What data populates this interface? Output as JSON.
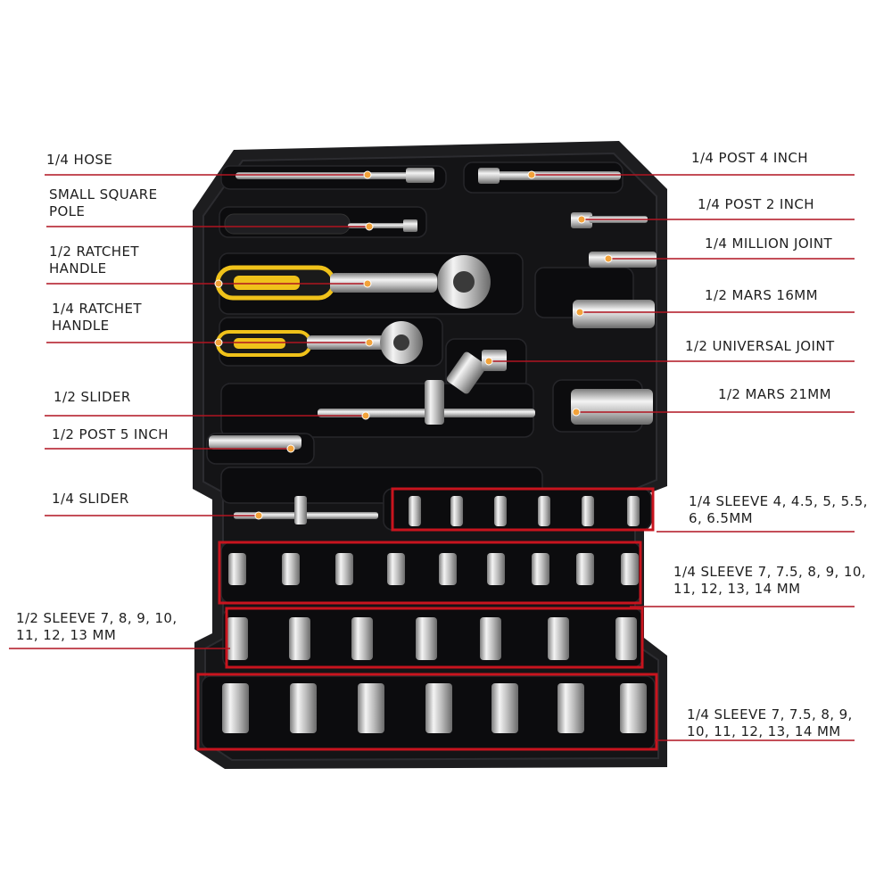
{
  "colors": {
    "leader_line": "#b01420",
    "highlight_box": "#c8141e",
    "dot": "#f2a23a",
    "case_body": "#1d1d1f",
    "metal": "#c9c9c9",
    "handle_yellow": "#f0c21a"
  },
  "labels": {
    "hose_14": [
      "1/4 HOSE"
    ],
    "square_pole": [
      "SMALL SQUARE",
      "POLE"
    ],
    "ratchet_12": [
      "1/2 RATCHET",
      "HANDLE"
    ],
    "ratchet_14": [
      "1/4 RATCHET",
      "HANDLE"
    ],
    "slider_12": [
      "1/2 SLIDER"
    ],
    "post5_12": [
      "1/2 POST 5 INCH"
    ],
    "slider_14": [
      "1/4 SLIDER"
    ],
    "sleeve_12": [
      "1/2 SLEEVE 7, 8, 9, 10,",
      "11, 12, 13 MM"
    ],
    "post4_14": [
      "1/4 POST 4 INCH"
    ],
    "post2_14": [
      "1/4 POST 2 INCH"
    ],
    "million_joint_14": [
      "1/4 MILLION JOINT"
    ],
    "mars16_12": [
      "1/2 MARS 16MM"
    ],
    "universal_joint_12": [
      "1/2 UNIVERSAL JOINT"
    ],
    "mars21_12": [
      "1/2 MARS 21MM"
    ],
    "sleeve_small_14": [
      "1/4 SLEEVE 4, 4.5, 5, 5.5,",
      "6, 6.5MM"
    ],
    "sleeve_mid_14": [
      "1/4 SLEEVE 7, 7.5, 8, 9, 10,",
      "11, 12, 13, 14 MM"
    ],
    "sleeve_large_14": [
      "1/4 SLEEVE 7, 7.5, 8, 9,",
      "10, 11, 12, 13, 14 MM"
    ]
  }
}
